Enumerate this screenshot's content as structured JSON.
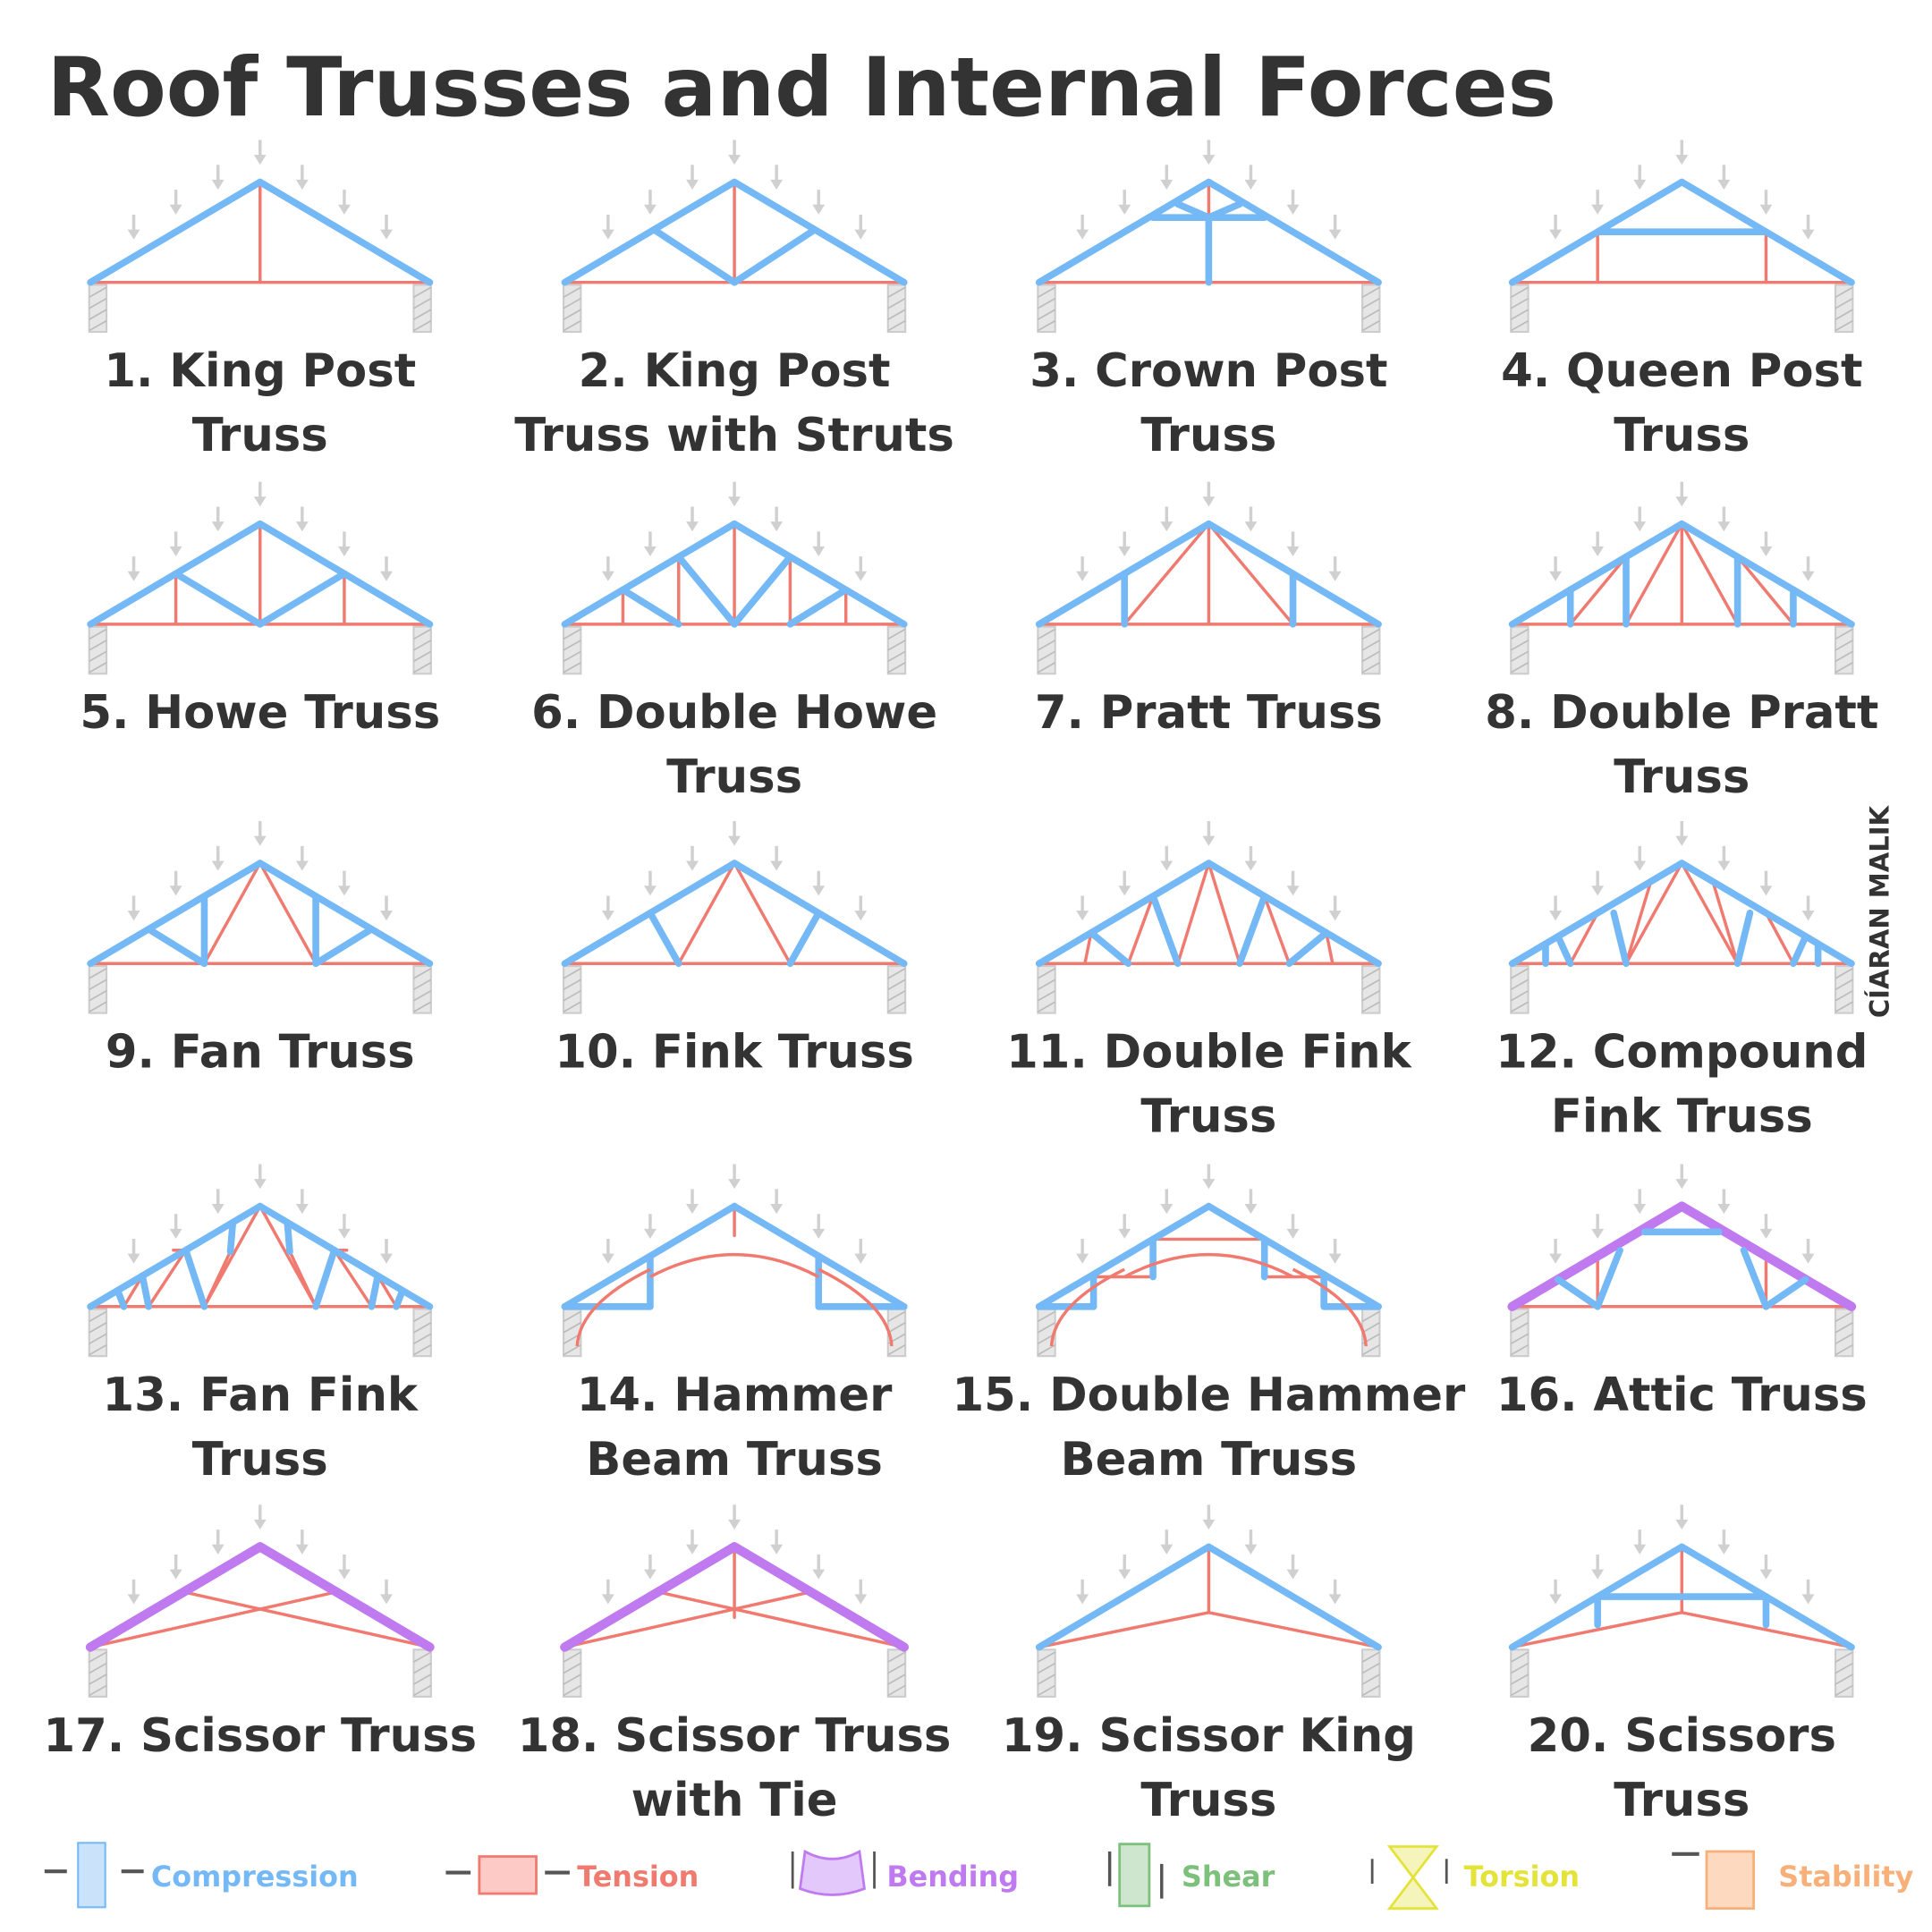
{
  "title": "Roof Trusses and Internal Forces",
  "author": "CÍARAN MALIK",
  "colors": {
    "compression": "#74b9f5",
    "tension": "#f07a70",
    "bending": "#c07af0",
    "shear": "#7cc07c",
    "torsion": "#e3e33a",
    "stability": "#f8b07a",
    "load": "#d0d0d0",
    "support": "#cccccc",
    "text": "#333333"
  },
  "trusses": [
    {
      "lines": [
        "1. King Post",
        "Truss"
      ]
    },
    {
      "lines": [
        "2. King Post",
        "Truss with Struts"
      ]
    },
    {
      "lines": [
        "3. Crown Post",
        "Truss"
      ]
    },
    {
      "lines": [
        "4. Queen Post",
        "Truss"
      ]
    },
    {
      "lines": [
        "5. Howe Truss"
      ]
    },
    {
      "lines": [
        "6. Double Howe",
        "Truss"
      ]
    },
    {
      "lines": [
        "7. Pratt Truss"
      ]
    },
    {
      "lines": [
        "8. Double Pratt",
        "Truss"
      ]
    },
    {
      "lines": [
        "9. Fan Truss"
      ]
    },
    {
      "lines": [
        "10. Fink Truss"
      ]
    },
    {
      "lines": [
        "11. Double Fink",
        "Truss"
      ]
    },
    {
      "lines": [
        "12. Compound",
        "Fink Truss"
      ]
    },
    {
      "lines": [
        "13. Fan Fink",
        "Truss"
      ]
    },
    {
      "lines": [
        "14. Hammer",
        "Beam Truss"
      ]
    },
    {
      "lines": [
        "15. Double Hammer",
        "Beam Truss"
      ]
    },
    {
      "lines": [
        "16. Attic Truss"
      ]
    },
    {
      "lines": [
        "17. Scissor Truss"
      ]
    },
    {
      "lines": [
        "18. Scissor Truss",
        "with Tie"
      ]
    },
    {
      "lines": [
        "19. Scissor King",
        "Truss"
      ]
    },
    {
      "lines": [
        "20. Scissors",
        "Truss"
      ]
    }
  ],
  "legend": [
    {
      "label": "Compression",
      "key": "compression",
      "icon": "compression-icon"
    },
    {
      "label": "Tension",
      "key": "tension",
      "icon": "tension-icon"
    },
    {
      "label": "Bending",
      "key": "bending",
      "icon": "bending-icon"
    },
    {
      "label": "Shear",
      "key": "shear",
      "icon": "shear-icon"
    },
    {
      "label": "Torsion",
      "key": "torsion",
      "icon": "torsion-icon"
    },
    {
      "label": "Stability",
      "key": "stability",
      "icon": "stability-icon"
    }
  ]
}
